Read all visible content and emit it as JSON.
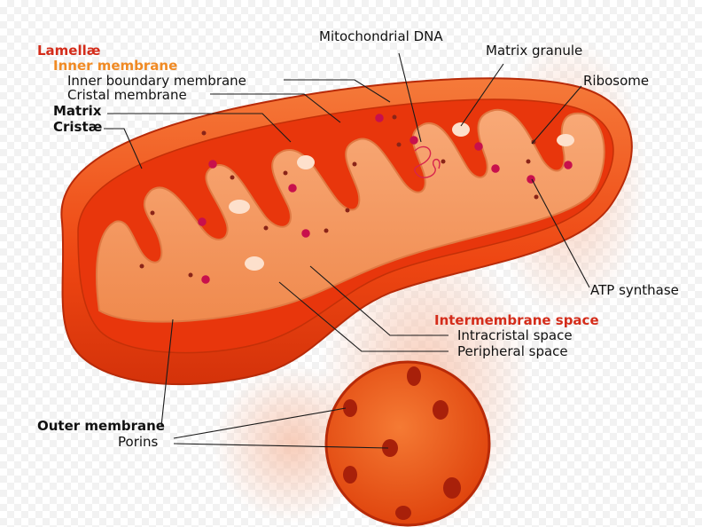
{
  "labels": {
    "lamellae": "Lamellæ",
    "inner_membrane": "Inner membrane",
    "inner_boundary_membrane": "Inner boundary membrane",
    "cristal_membrane": "Cristal membrane",
    "matrix": "Matrix",
    "cristae": "Cristæ",
    "mitochondrial_dna": "Mitochondrial DNA",
    "matrix_granule": "Matrix granule",
    "ribosome": "Ribosome",
    "atp_synthase": "ATP synthase",
    "intermembrane_space": "Intermembrane space",
    "intracristal_space": "Intracristal space",
    "peripheral_space": "Peripheral space",
    "outer_membrane": "Outer membrane",
    "porins": "Porins"
  },
  "colors": {
    "outer_membrane": "#f04a12",
    "outer_membrane_dark": "#c42a0a",
    "inner_cristae": "#f49560",
    "matrix_granule": "#fde0cc",
    "ribosome": "#8a2418",
    "atp_synthase": "#c8104c",
    "heading_red": "#d42c1a",
    "heading_orange": "#f08a24"
  },
  "icons": {
    "atp_synthase": "lollipop-dot",
    "porin": "dark-oval-pore",
    "dna": "squiggle-loop"
  }
}
